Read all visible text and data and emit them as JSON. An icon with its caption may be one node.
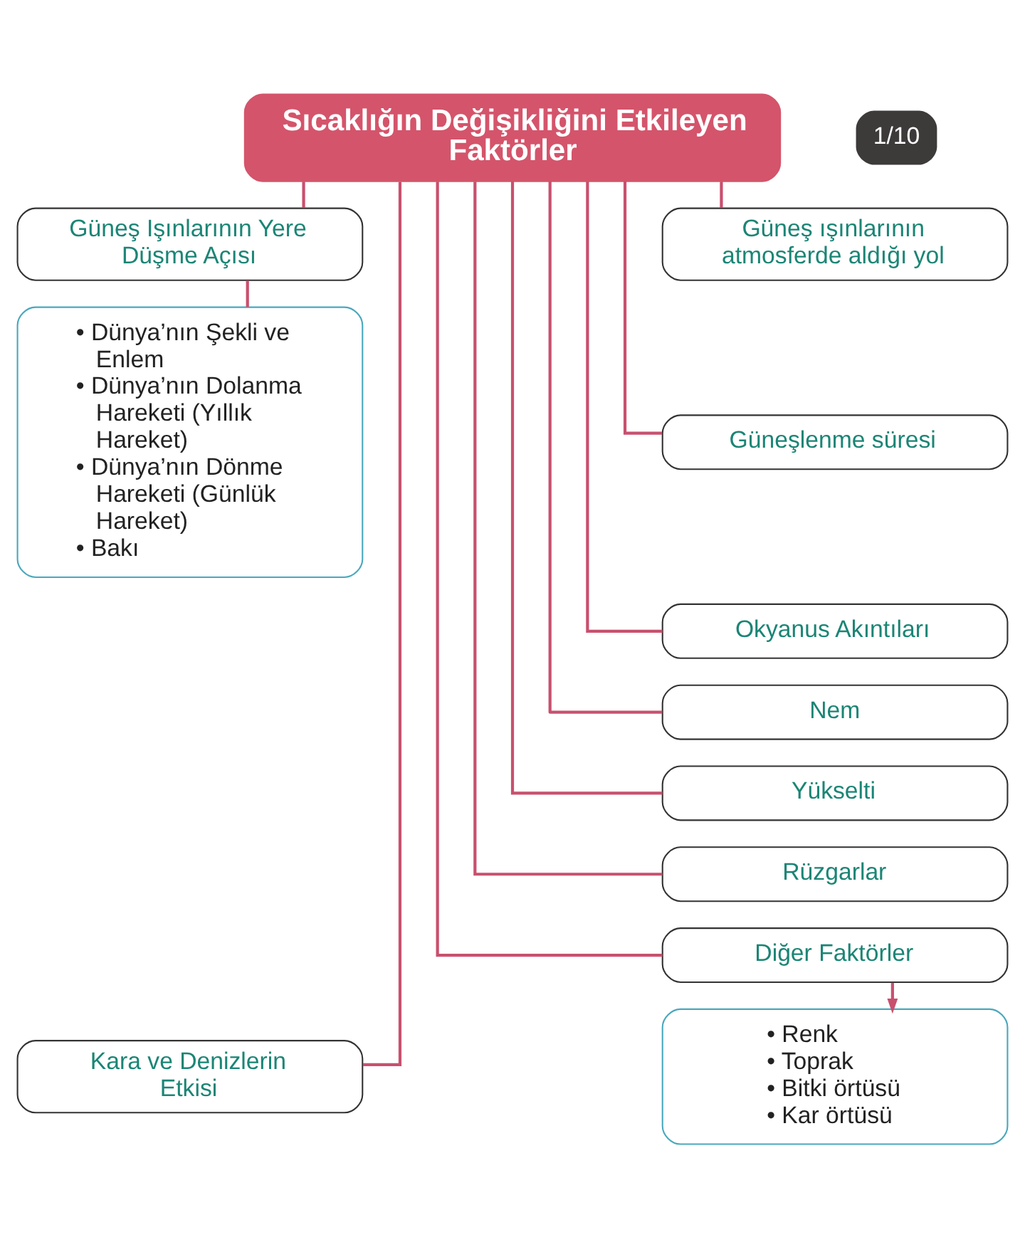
{
  "diagram": {
    "nodes": [
      {
        "text": [
          "Sıcaklığın Değişikliğini Etkileyen Faktörler"
        ]
      },
      {
        "text": [
          "Güneş Işınlarının Yere Düşme Açısı"
        ]
      },
      {
        "text": [
          "Güneş ışınlarının atmosferde aldığı yol"
        ]
      },
      {
        "text": [
          "• Dünya’nın Şekli ve Enlem",
          "• Dünya’nın Dolanma Hareketi (Yıllık Hareket)",
          "• Dünya’nın Dönme Hareketi (Günlük Hareket)",
          "• Bakı"
        ]
      },
      {
        "text": [
          "Güneşlenme süresi"
        ]
      },
      {
        "text": [
          "Okyanus Akıntıları"
        ]
      },
      {
        "text": [
          "Nem"
        ]
      },
      {
        "text": [
          "Yükselti"
        ]
      },
      {
        "text": [
          "Rüzgarlar"
        ]
      },
      {
        "text": [
          "Diğer Faktörler"
        ]
      },
      {
        "text": [
          "Kara ve Denizlerin Etkisi"
        ]
      },
      {
        "text": [
          "• Renk",
          "• Toprak",
          "• Bitki örtüsü",
          "• Kar örtüsü"
        ]
      }
    ],
    "edges": [
      {
        "from": 0,
        "to": 1,
        "arrow": "none"
      },
      {
        "from": 0,
        "to": 2,
        "arrow": "none"
      },
      {
        "from": 1,
        "to": 3,
        "arrow": "none"
      },
      {
        "from": 0,
        "to": 4,
        "arrow": "none"
      },
      {
        "from": 0,
        "to": 5,
        "arrow": "none"
      },
      {
        "from": 0,
        "to": 6,
        "arrow": "none"
      },
      {
        "from": 0,
        "to": 7,
        "arrow": "none"
      },
      {
        "from": 0,
        "to": 8,
        "arrow": "none"
      },
      {
        "from": 0,
        "to": 9,
        "arrow": "none"
      },
      {
        "from": 9,
        "to": 11,
        "arrow": "to"
      },
      {
        "from": 0,
        "to": 10,
        "arrow": "none"
      }
    ],
    "labels": [
      "1/10"
    ]
  }
}
